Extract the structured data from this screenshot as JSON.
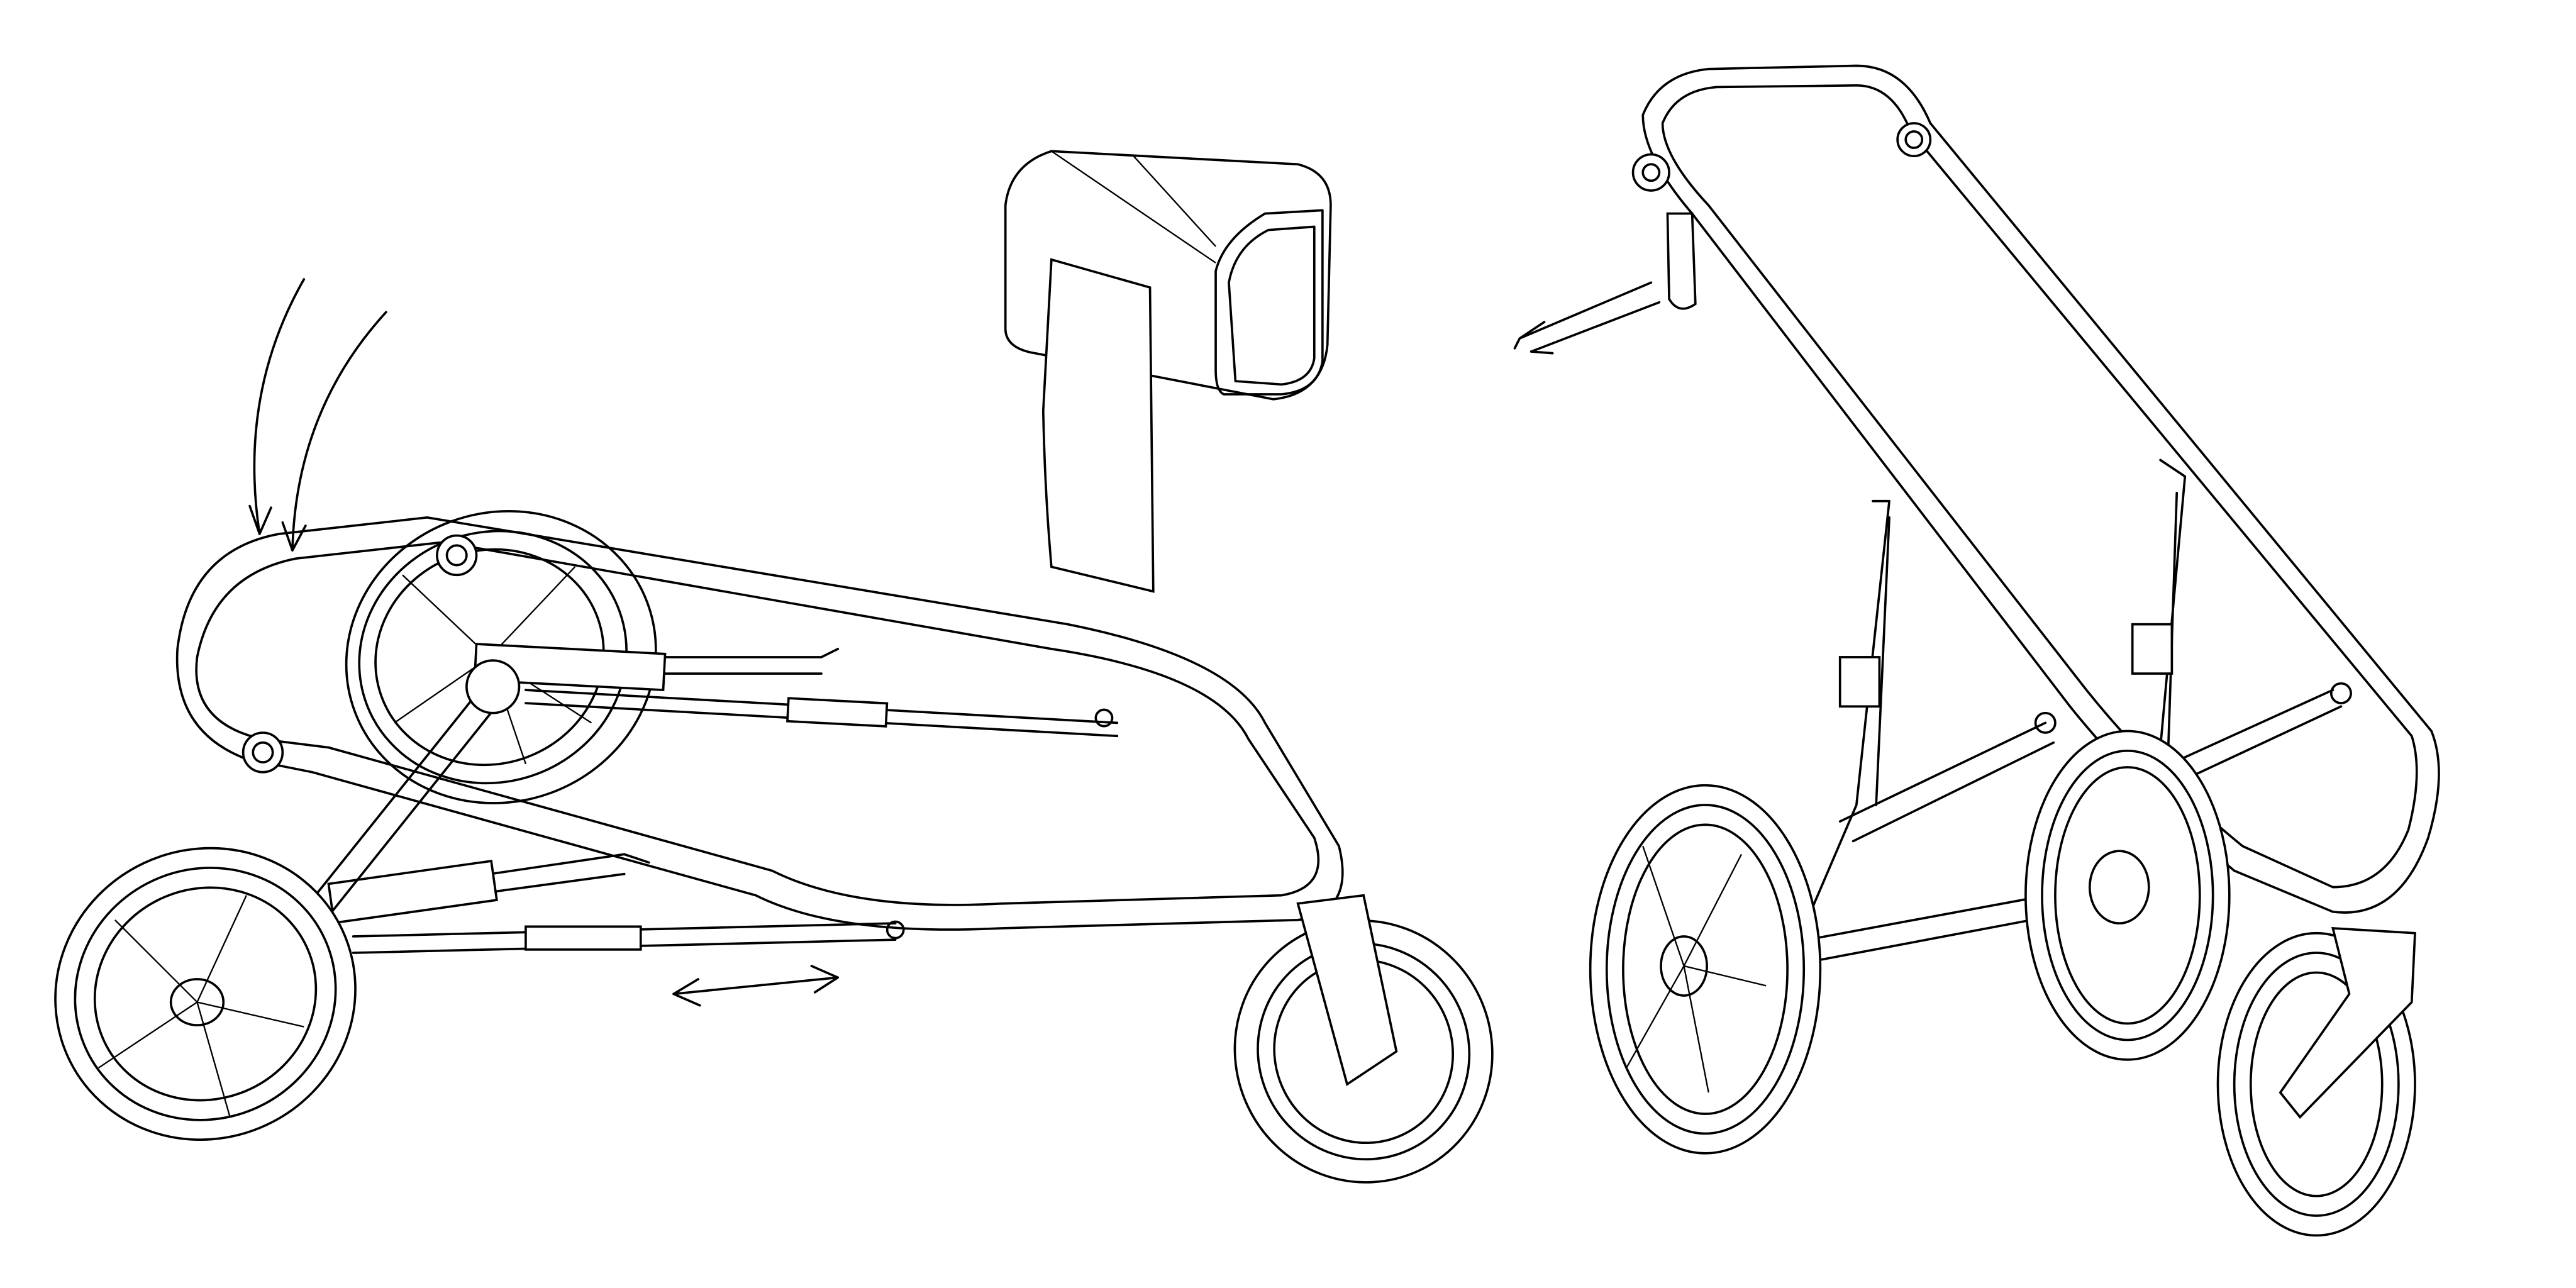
{
  "colors": {
    "stroke": "#000000",
    "background": "#ffffff"
  },
  "icons": [
    "curved-fold-arrow",
    "double-arrow",
    "left-arrow"
  ]
}
